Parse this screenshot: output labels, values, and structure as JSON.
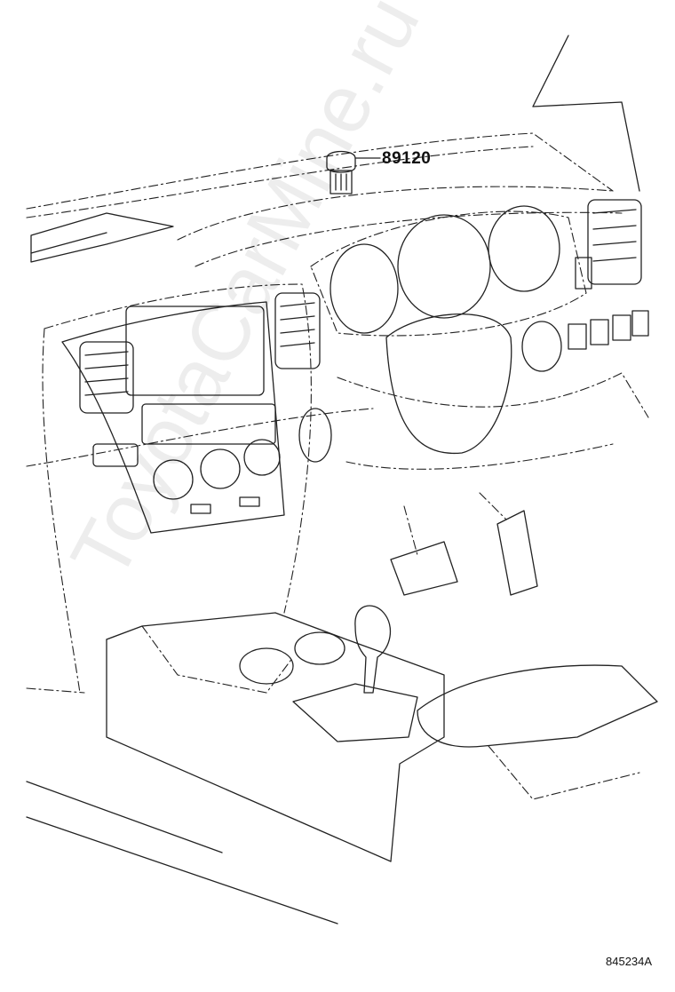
{
  "diagram": {
    "part_number": "89120",
    "reference_code": "845234A",
    "watermark": "ToyotaCarMine.ru"
  },
  "colors": {
    "line": "#222222",
    "background": "#ffffff"
  }
}
